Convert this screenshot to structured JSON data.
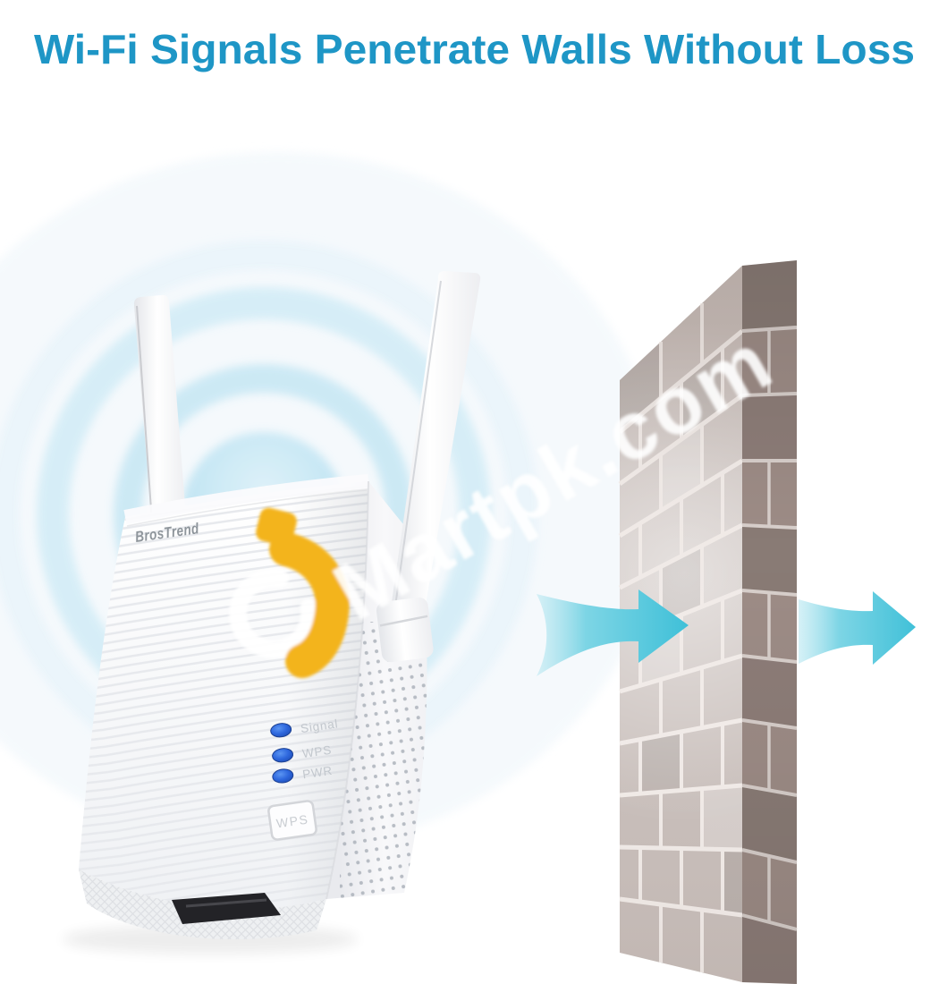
{
  "title": {
    "text": "Wi-Fi Signals Penetrate Walls Without Loss"
  },
  "colors": {
    "title": "#1E96C6",
    "arrow": "#3FC0D8",
    "arrow_tail": "#BEE9F2",
    "led_blue": "#2E67DD",
    "logo_orange": "#F3B41B",
    "signal_ring": "#BFE3F1",
    "brick_front": "#C8BEBA",
    "brick_side": "#9D8C86",
    "mortar": "#F1EBE8"
  },
  "device": {
    "brand": "BrosTrend",
    "leds": [
      {
        "label": "Signal"
      },
      {
        "label": "WPS"
      },
      {
        "label": "PWR"
      }
    ],
    "button_label": "WPS"
  },
  "watermark": {
    "logo_letter": "j",
    "text": "Martpk.com"
  }
}
